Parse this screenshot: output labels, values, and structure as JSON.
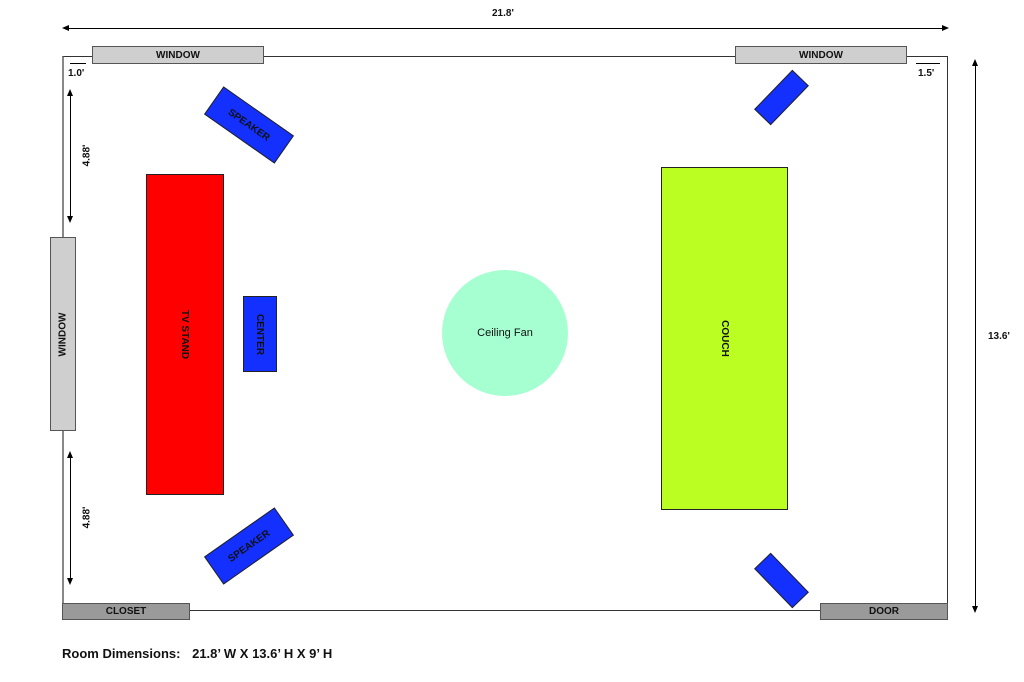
{
  "dimensions": {
    "width": "21.8'",
    "height": "13.6'",
    "left_window_offset": "1.0'",
    "right_window_offset": "1.5'",
    "upper_left_gap": "4.88'",
    "lower_left_gap": "4.88'"
  },
  "items": {
    "window_top_left": "WINDOW",
    "window_top_right": "WINDOW",
    "window_left": "WINDOW",
    "tv_stand": "TV STAND",
    "center": "CENTER",
    "speaker_top": "SPEAKER",
    "speaker_bottom": "SPEAKER",
    "ceiling_fan": "Ceiling Fan",
    "couch": "COUCH",
    "closet": "CLOSET",
    "door": "DOOR"
  },
  "footer": {
    "label": "Room Dimensions:",
    "value": "21.8’ W X 13.6’ H X 9’ H"
  },
  "colors": {
    "tv_stand": "#ff0000",
    "speaker": "#1430ff",
    "couch": "#bbff22",
    "fan": "#a6ffd0"
  }
}
